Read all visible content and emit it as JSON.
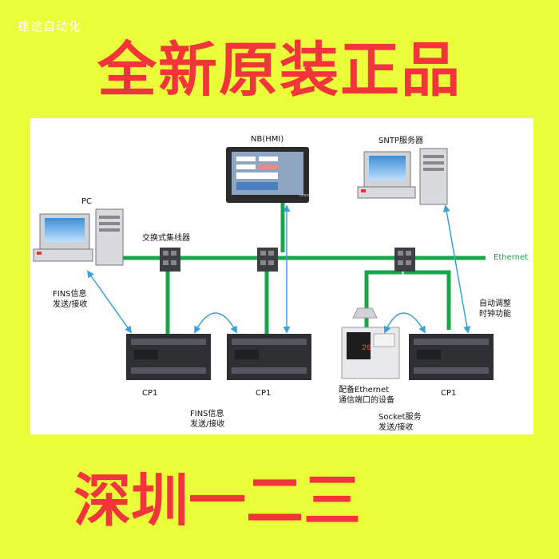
{
  "shop_name": "雄途自动化",
  "headline_top": "全新原装正品",
  "headline_bottom": "深圳一二三",
  "diagram": {
    "pc_label": "PC",
    "hmi_label": "NB(HMI)",
    "sntp_label": "SNTP服务器",
    "switch_label": "交换式集线器",
    "ethernet_label": "Ethernet",
    "fins_left_line1": "FINS信息",
    "fins_left_line2": "发送/接收",
    "auto_adjust_line1": "自动调整",
    "auto_adjust_line2": "时钟功能",
    "cp1_a": "CP1",
    "cp1_b": "CP1",
    "cp1_c": "CP1",
    "device_line1": "配备Ethernet",
    "device_line2": "通信端口的设备",
    "fins_bottom_line1": "FINS信息",
    "fins_bottom_line2": "发送/接收",
    "socket_line1": "Socket服务",
    "socket_line2": "发送/接收",
    "hmi_brand": "omron",
    "device_display": "20"
  },
  "colors": {
    "background": "#eaff3a",
    "headline": "#f2353a",
    "network_line": "#19a64a",
    "arrow": "#3aa0d8"
  }
}
